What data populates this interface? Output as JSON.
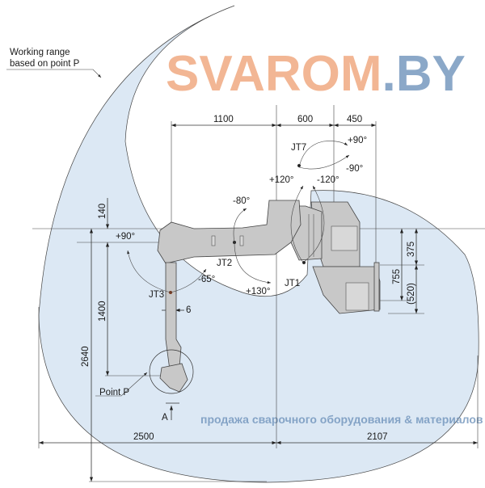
{
  "title_note": {
    "line1": "Working range",
    "line2": "based on point P"
  },
  "dimensions": {
    "top_1100": "1100",
    "top_600": "600",
    "top_450": "450",
    "left_140": "140",
    "left_1400": "1400",
    "left_2640": "2640",
    "bottom_2500": "2500",
    "bottom_2107": "2107",
    "right_375": "375",
    "right_755": "755",
    "right_520": "(520)",
    "offset_6": "6"
  },
  "joints": {
    "jt1": "JT1",
    "jt2": "JT2",
    "jt3": "JT3",
    "jt7": "JT7"
  },
  "angles": {
    "jt7_plus": "+90°",
    "jt7_minus": "-90°",
    "jt1_plus": "+120°",
    "jt1_minus": "-120°",
    "jt2_minus": "-80°",
    "jt2_plus": "+130°",
    "jt3_plus": "+90°",
    "jt3_minus": "-65°"
  },
  "labels": {
    "point_p": "Point P",
    "view_a": "A"
  },
  "watermark": {
    "brand_main": "SVAROM",
    "brand_suffix": ".BY",
    "tagline": "продажа сварочного оборудования & материалов"
  },
  "colors": {
    "range_fill": "#dce8f4",
    "robot_fill": "#c8c8c8",
    "watermark_orange": "#f0a57a",
    "watermark_blue": "#6f93bb"
  }
}
